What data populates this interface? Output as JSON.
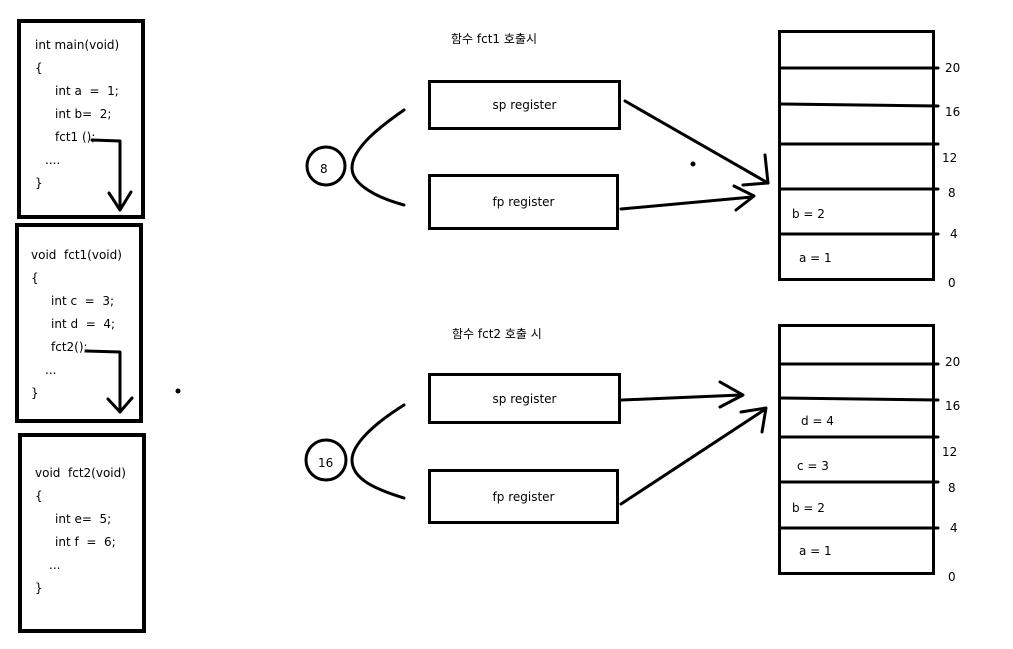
{
  "code_blocks": {
    "main": [
      "int main(void)",
      "{",
      "int a  =  1;",
      "int b=  2;",
      "fct1 ();",
      "....",
      "}"
    ],
    "fct1": [
      "void  fct1(void)",
      "{",
      "int c  =  3;",
      "int d  =  4;",
      "fct2();",
      "...",
      "}"
    ],
    "fct2": [
      "void  fct2(void)",
      "{",
      "int e=  5;",
      "int f  =  6;",
      "...",
      "}"
    ]
  },
  "section1": {
    "title": "함수  fct1  호출시",
    "circle": "8",
    "sp": "sp  register",
    "fp": "fp  register",
    "cells": [
      "b  =  2",
      "a  =  1"
    ],
    "addresses": [
      "20",
      "16",
      "12",
      "8",
      "4",
      "0"
    ]
  },
  "section2": {
    "title": "함수  fct2  호출  시",
    "circle": "16",
    "sp": "sp  register",
    "fp": "fp  register",
    "cells": [
      "d  =  4",
      "c  =  3",
      "b  =  2",
      "a  =  1"
    ],
    "addresses": [
      "20",
      "16",
      "12",
      "8",
      "4",
      "0"
    ]
  }
}
